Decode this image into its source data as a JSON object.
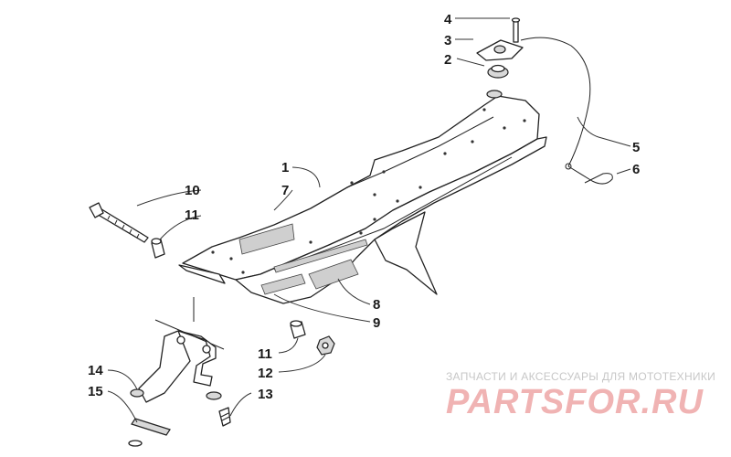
{
  "diagram": {
    "callouts": [
      "1",
      "2",
      "3",
      "4",
      "5",
      "6",
      "7",
      "8",
      "9",
      "10",
      "11",
      "11",
      "12",
      "13",
      "14",
      "15"
    ]
  },
  "watermark": {
    "subtitle": "ЗАПЧАСТИ И АКСЕССУАРЫ ДЛЯ МОТОТЕХНИКИ",
    "brand": "PARTSFOR.RU",
    "brand_color": "#f0b3b3"
  }
}
